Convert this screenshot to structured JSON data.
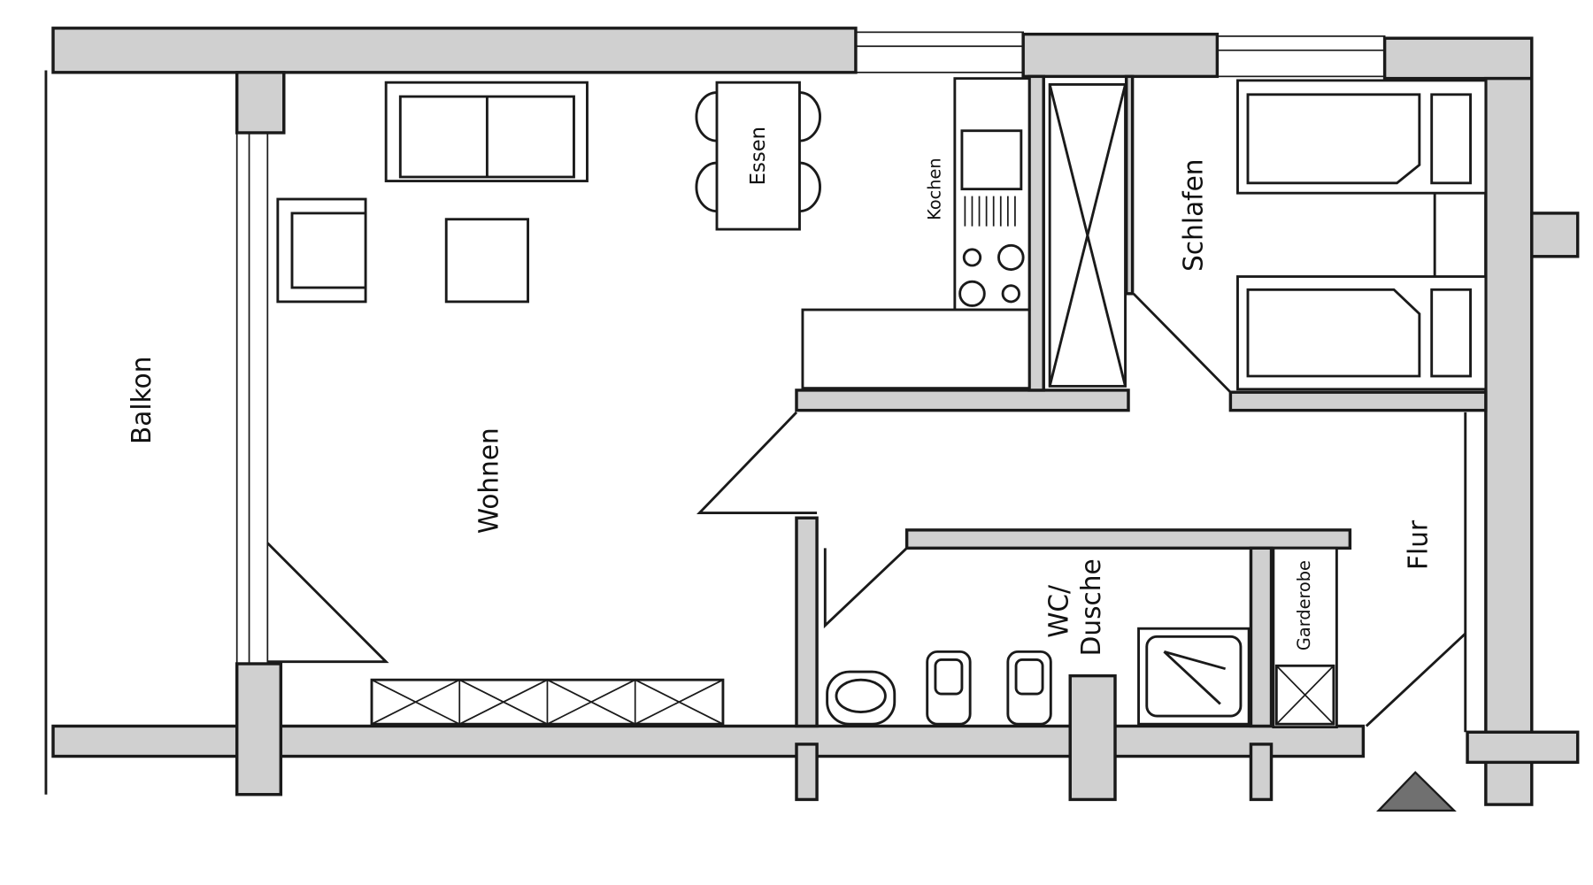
{
  "rooms": {
    "balkon": "Balkon",
    "wohnen": "Wohnen",
    "essen": "Essen",
    "kochen": "Kochen",
    "schlafen": "Schlafen",
    "wc_line1": "WC/",
    "wc_line2": "Dusche",
    "garderobe": "Garderobe",
    "flur": "Flur"
  },
  "colors": {
    "wall": "#d0d0d0",
    "entrance_marker": "#707070"
  }
}
